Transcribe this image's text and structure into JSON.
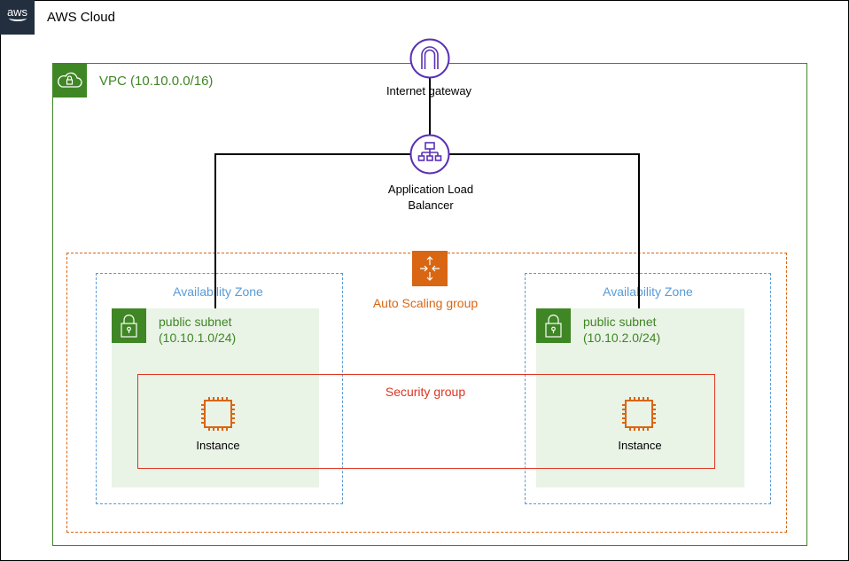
{
  "aws_cloud": {
    "label": "AWS Cloud",
    "logo_text": "aws",
    "border_color": "#000000",
    "logo_bg": "#232f3e"
  },
  "vpc": {
    "label": "VPC (10.10.0.0/16)",
    "color": "#3f8624"
  },
  "internet_gateway": {
    "label": "Internet gateway",
    "color": "#5a30b5"
  },
  "load_balancer": {
    "label_line1": "Application Load",
    "label_line2": "Balancer",
    "color": "#5a30b5"
  },
  "auto_scaling_group": {
    "label": "Auto Scaling group",
    "color": "#d86613"
  },
  "availability_zones": [
    {
      "label": "Availability Zone"
    },
    {
      "label": "Availability Zone"
    }
  ],
  "az_color": "#5a9bd5",
  "subnets": [
    {
      "label_line1": "public subnet",
      "label_line2": "(10.10.1.0/24)"
    },
    {
      "label_line1": "public subnet",
      "label_line2": "(10.10.2.0/24)"
    }
  ],
  "subnet_fill": "#e9f3e6",
  "security_group": {
    "label": "Security group",
    "color": "#dd3522"
  },
  "instances": [
    {
      "label": "Instance"
    },
    {
      "label": "Instance"
    }
  ]
}
